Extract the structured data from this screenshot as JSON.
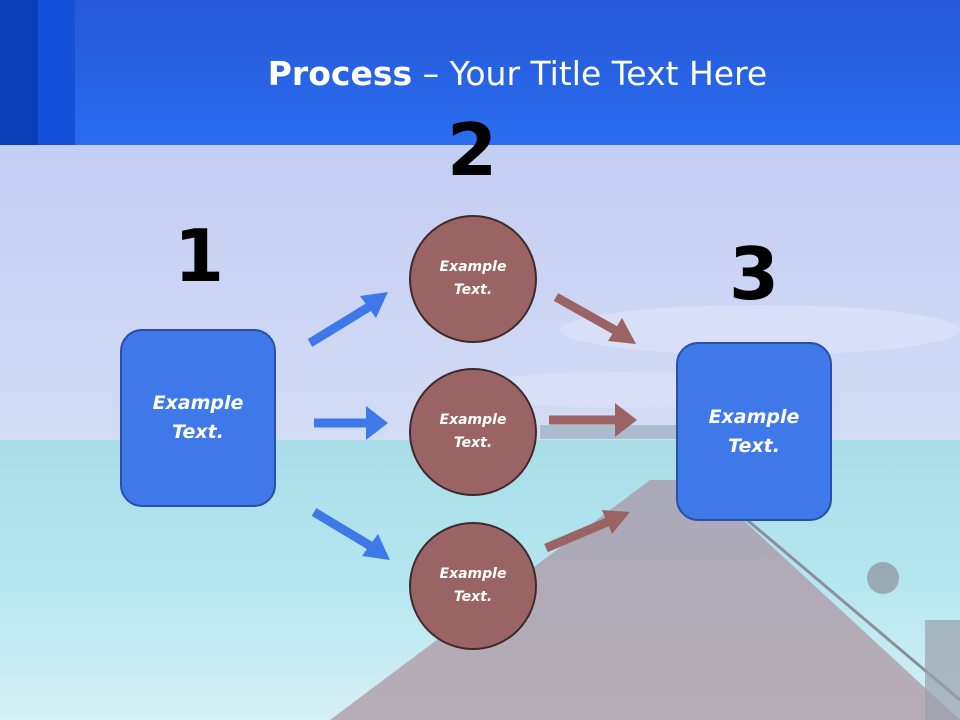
{
  "title": {
    "bold": "Process",
    "dash": " – ",
    "rest": "Your Title Text Here"
  },
  "steps": {
    "one": {
      "number": "1",
      "label_line1": "Example",
      "label_line2": "Text."
    },
    "two": {
      "number": "2"
    },
    "three": {
      "number": "3",
      "label_line1": "Example",
      "label_line2": "Text."
    }
  },
  "circles": [
    {
      "line1": "Example",
      "line2": "Text."
    },
    {
      "line1": "Example",
      "line2": "Text."
    },
    {
      "line1": "Example",
      "line2": "Text."
    }
  ],
  "colors": {
    "header": "#2b6df0",
    "box": "#3f78e8",
    "circle": "#9a6464",
    "arrow_blue": "#3f78e8",
    "arrow_brown": "#9a6464"
  }
}
